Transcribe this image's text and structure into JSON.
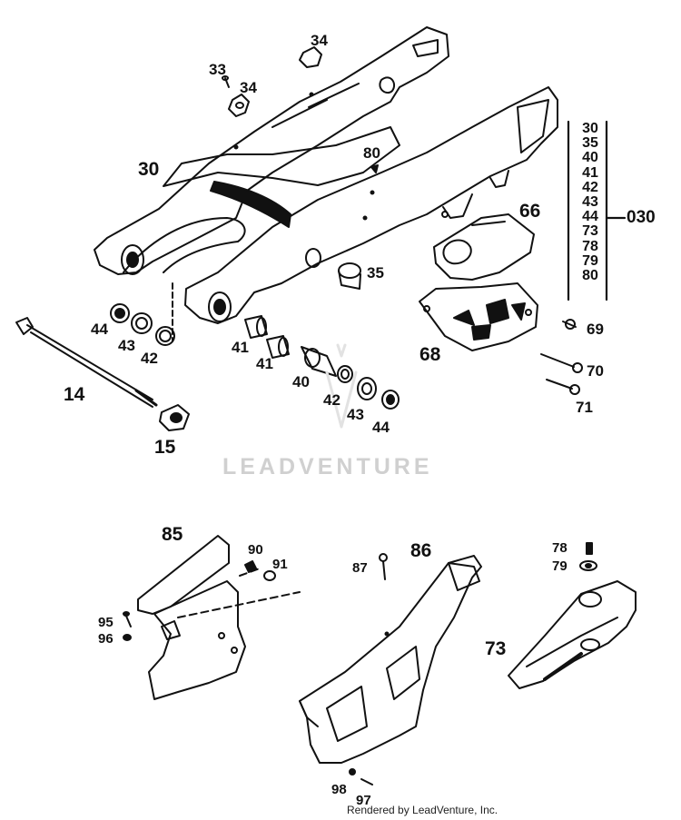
{
  "callouts": {
    "c34a": "34",
    "c33": "33",
    "c34b": "34",
    "c30": "30",
    "c80": "80",
    "c66": "66",
    "c35": "35",
    "c44a": "44",
    "c43a": "43",
    "c42a": "42",
    "c14": "14",
    "c15": "15",
    "c41a": "41",
    "c41b": "41",
    "c40": "40",
    "c42b": "42",
    "c43b": "43",
    "c44b": "44",
    "c68": "68",
    "c69": "69",
    "c70": "70",
    "c71": "71",
    "c85": "85",
    "c90": "90",
    "c91": "91",
    "c95": "95",
    "c96": "96",
    "c86": "86",
    "c87": "87",
    "c98": "98",
    "c97": "97",
    "c78": "78",
    "c79": "79",
    "c73": "73"
  },
  "kit": {
    "items": [
      "30",
      "35",
      "40",
      "41",
      "42",
      "43",
      "44",
      "73",
      "78",
      "79",
      "80"
    ],
    "code": "030"
  },
  "watermark": "LEADVENTURE",
  "footer": "Rendered by LeadVenture, Inc."
}
